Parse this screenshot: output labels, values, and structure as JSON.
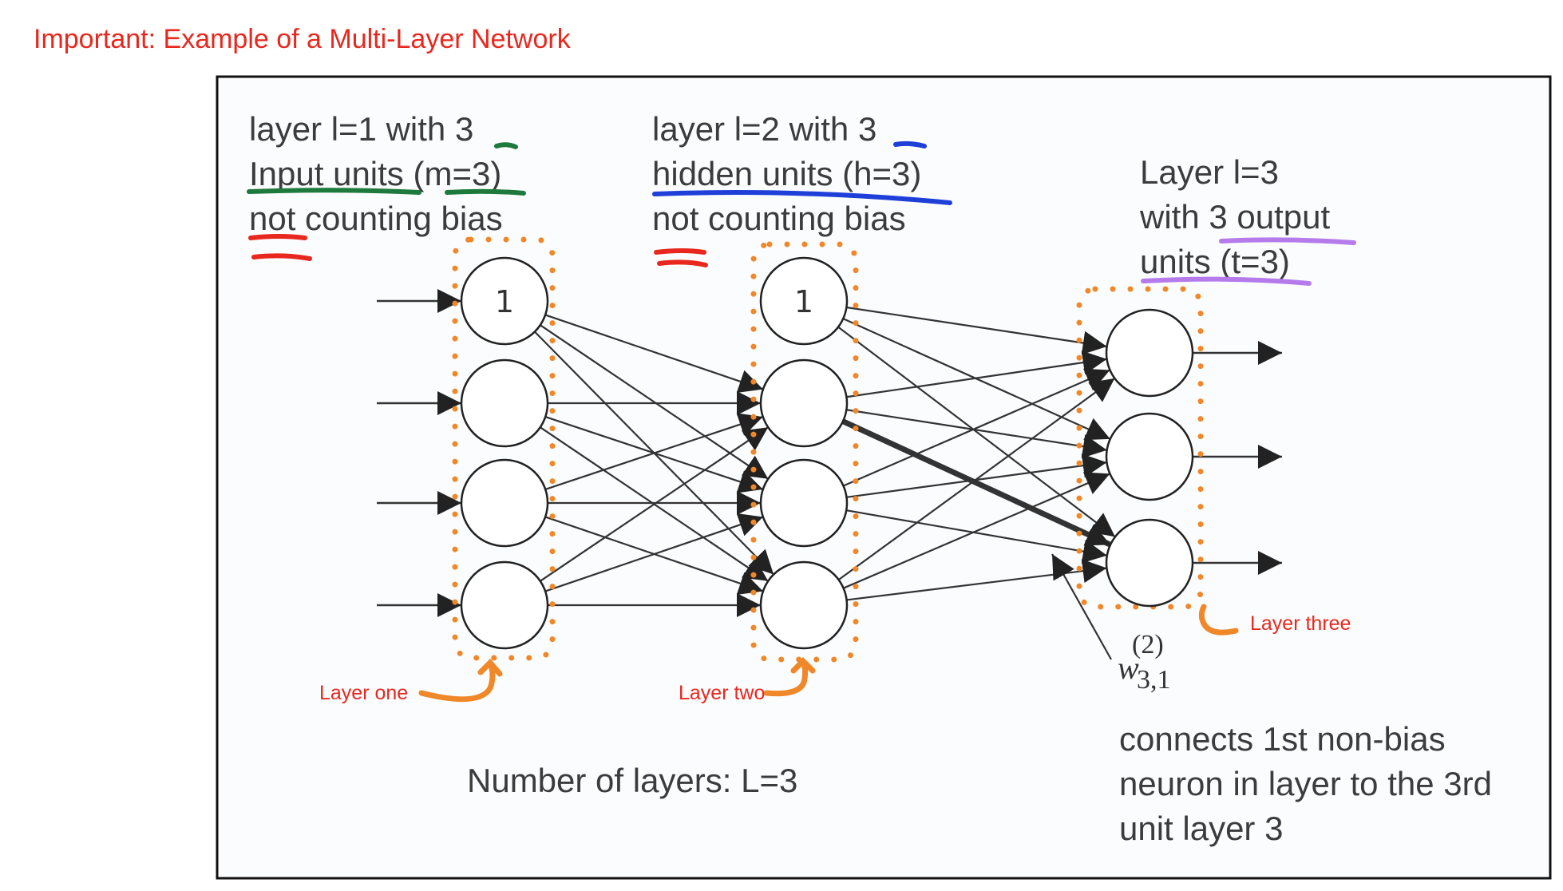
{
  "header": {
    "title": "Important: Example of a Multi-Layer Network"
  },
  "diagram": {
    "layer1": {
      "line1": "layer l=1 with 3",
      "line2": "Input units (m=3)",
      "line3": "not counting bias"
    },
    "layer2": {
      "line1": "layer l=2 with 3",
      "line2": "hidden units (h=3)",
      "line3": "not counting bias"
    },
    "layer3": {
      "line1": "Layer l=3",
      "line2": "with 3 output",
      "line3": "units (t=3)"
    },
    "bias_label": "1",
    "weight": {
      "symbol": "w",
      "superscript": "(2)",
      "subscript": "3,1"
    },
    "annotations": {
      "layer_one": "Layer one",
      "layer_two": "Layer two",
      "layer_three": "Layer three"
    },
    "layer_count": "Number of layers: L=3",
    "caption": {
      "line1": "connects 1st non-bias",
      "line2": "neuron in layer to the 3rd",
      "line3": "unit layer 3"
    },
    "colors": {
      "title": "#e8281e",
      "green_underline": "#1e7a3c",
      "blue_underline": "#1f3fd9",
      "red_underline": "#e8281e",
      "purple_underline": "#b57bea",
      "orange_dots": "#f0882a"
    }
  }
}
